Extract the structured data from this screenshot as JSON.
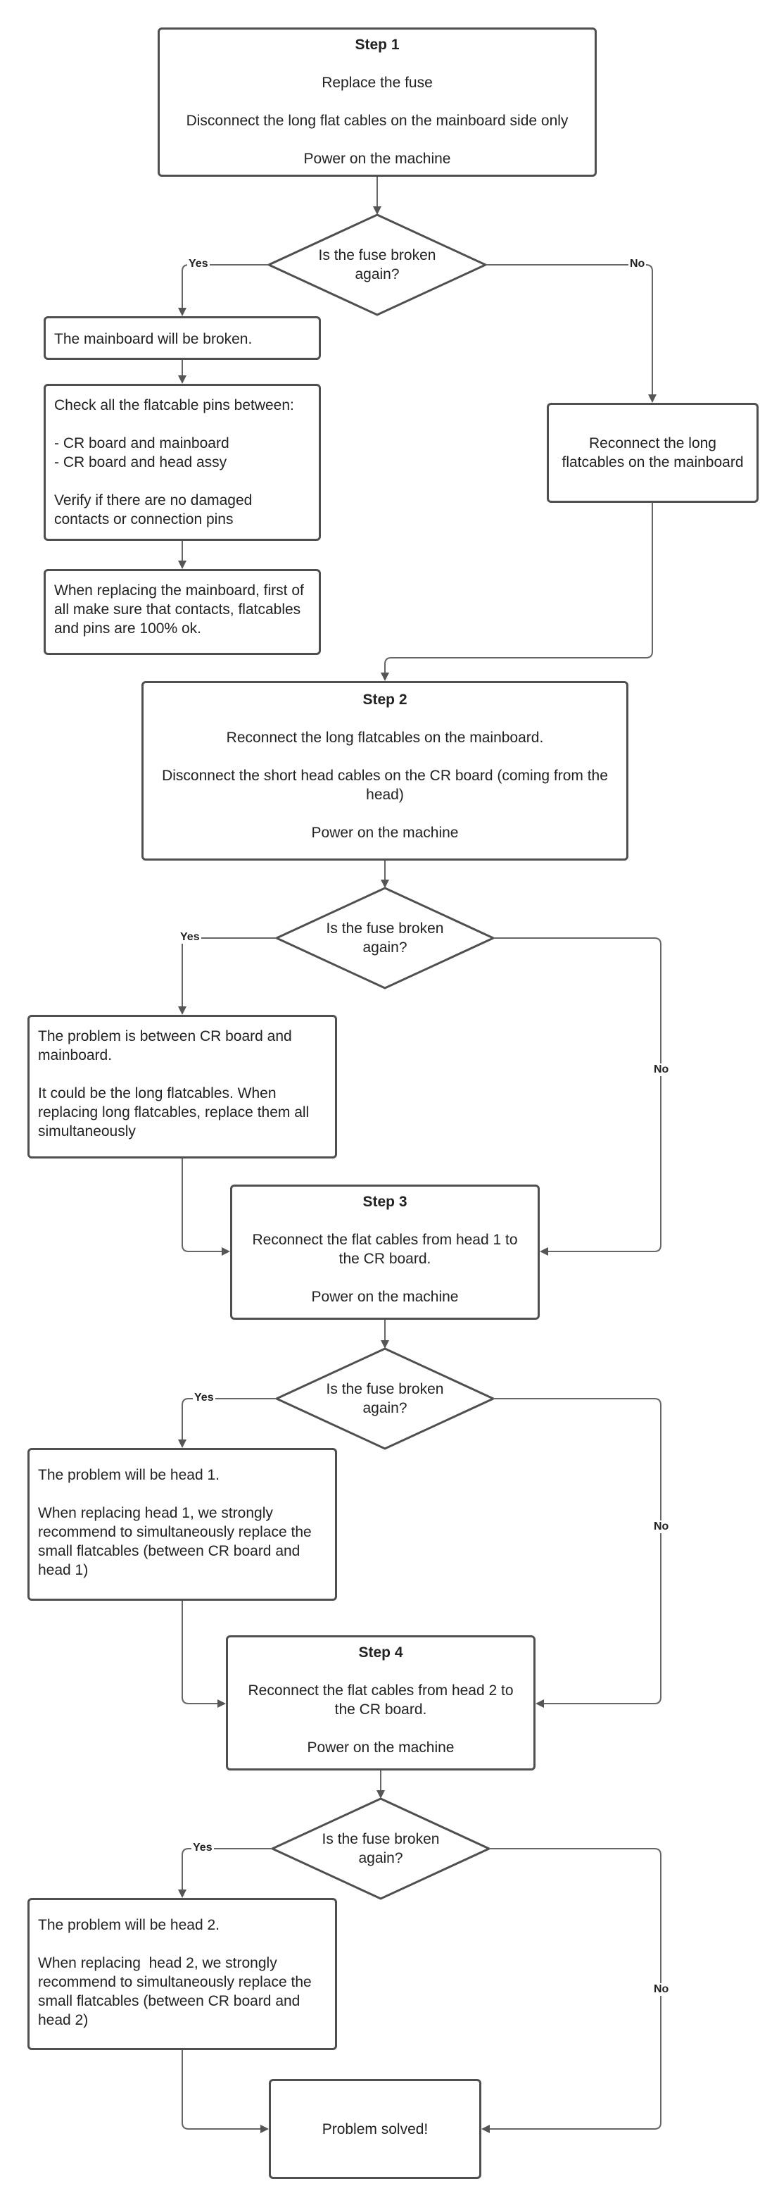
{
  "nodes": {
    "step1": {
      "title": "Step 1",
      "lines": [
        "Replace the fuse",
        "Disconnect the long flat cables on the mainboard side only",
        "Power on the machine"
      ]
    },
    "q1": {
      "text": "Is the fuse broken again?"
    },
    "mainboard_broken": {
      "text": "The mainboard will be broken."
    },
    "check_pins": {
      "lines": [
        "Check all the flatcable pins between:",
        "",
        "- CR board and mainboard",
        "- CR board and head assy",
        "",
        "Verify if there are no damaged contacts or connection pins"
      ]
    },
    "replace_mainboard": {
      "text": "When replacing the mainboard, first of all make sure that contacts, flatcables and pins are 100% ok."
    },
    "reconnect_long": {
      "text": "Reconnect the long flatcables on the mainboard"
    },
    "step2": {
      "title": "Step 2",
      "lines": [
        "Reconnect the long flatcables on the mainboard.",
        "Disconnect the short head cables on the CR board (coming from the head)",
        "Power on the machine"
      ]
    },
    "q2": {
      "text": "Is the fuse broken again?"
    },
    "problem_cr": {
      "lines": [
        "The problem is between CR board and mainboard.",
        "",
        "It could be the long flatcables. When replacing long flatcables, replace them all simultaneously"
      ]
    },
    "step3": {
      "title": "Step 3",
      "lines": [
        "Reconnect the flat cables from head 1 to the CR board.",
        "Power on the machine"
      ]
    },
    "q3": {
      "text": "Is the fuse broken again?"
    },
    "head1": {
      "lines": [
        "The problem will be head 1.",
        "",
        "When replacing head 1, we strongly recommend to simultaneously replace the small flatcables (between CR board and head 1)"
      ]
    },
    "step4": {
      "title": "Step 4",
      "lines": [
        "Reconnect the flat cables from head 2 to the CR board.",
        "Power on the machine"
      ]
    },
    "q4": {
      "text": "Is the fuse broken again?"
    },
    "head2": {
      "lines": [
        "The problem will be head 2.",
        "",
        "When replacing  head 2, we strongly recommend to simultaneously replace the small flatcables (between CR board and head 2)"
      ]
    },
    "solved": {
      "text": "Problem solved!"
    }
  },
  "edge_labels": {
    "yes": "Yes",
    "no": "No"
  }
}
